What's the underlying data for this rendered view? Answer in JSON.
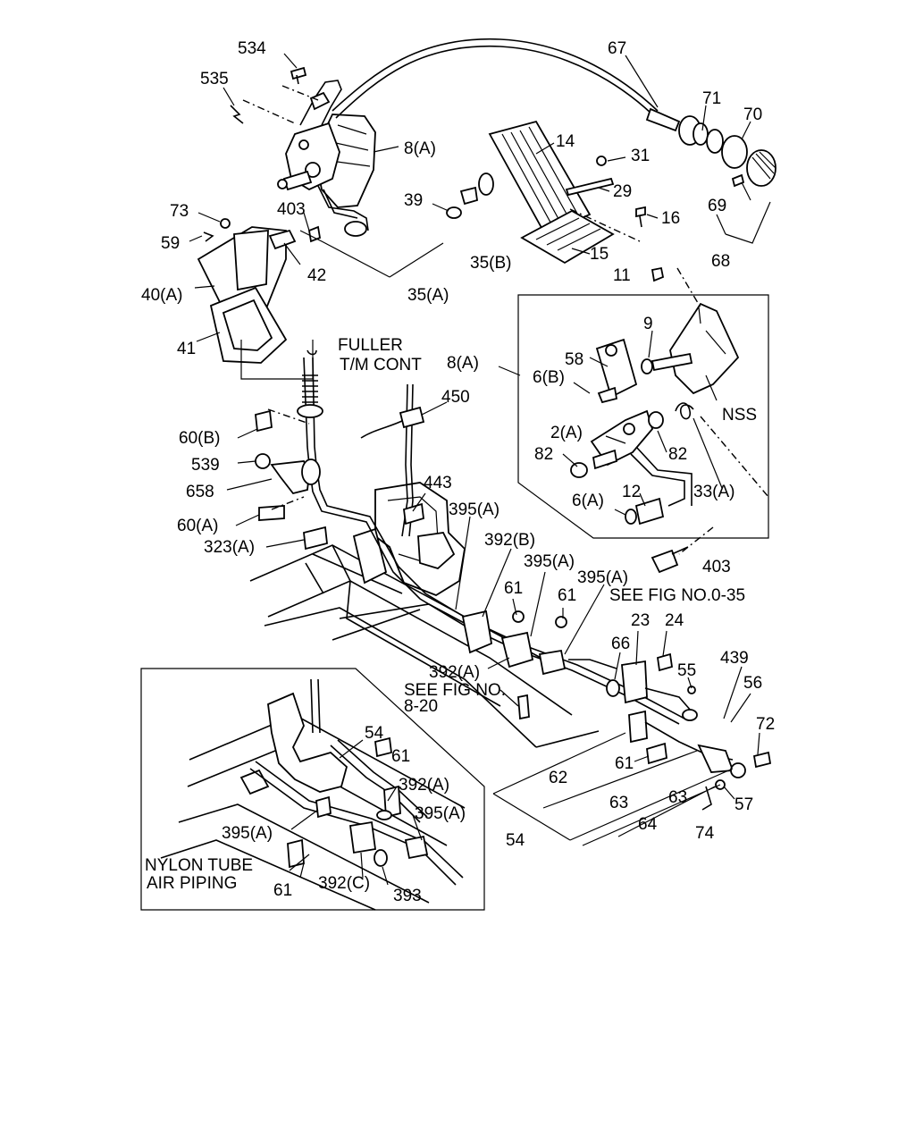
{
  "callouts": {
    "c534": "534",
    "c535": "535",
    "c67": "67",
    "c71": "71",
    "c70": "70",
    "c8a": "8(A)",
    "c14": "14",
    "c31": "31",
    "c29": "29",
    "c16": "16",
    "c69": "69",
    "c68": "68",
    "c39": "39",
    "c403a": "403",
    "c73": "73",
    "c59": "59",
    "c42": "42",
    "c35b": "35(B)",
    "c15": "15",
    "c35a": "35(A)",
    "c40a": "40(A)",
    "c11": "11",
    "c41": "41",
    "c9": "9",
    "c58": "58",
    "c8a2": "8(A)",
    "c6b": "6(B)",
    "c450": "450",
    "cnss": "NSS",
    "c60b": "60(B)",
    "c2a": "2(A)",
    "c539": "539",
    "c82a": "82",
    "c82b": "82",
    "c658": "658",
    "c443": "443",
    "c33a": "33(A)",
    "c12": "12",
    "c6a": "6(A)",
    "c395a1": "395(A)",
    "c60a": "60(A)",
    "c323a": "323(A)",
    "c392b": "392(B)",
    "c403b": "403",
    "c395a2": "395(A)",
    "c395a3": "395(A)",
    "c61a": "61",
    "c61b": "61",
    "c23": "23",
    "c24": "24",
    "c66": "66",
    "c392a1": "392(A)",
    "c55": "55",
    "c439": "439",
    "c56": "56",
    "c72": "72",
    "c54a": "54",
    "c61c": "61",
    "c392a2": "392(A)",
    "c395a4": "395(A)",
    "c395a5": "395(A)",
    "c61d": "61",
    "c62": "62",
    "c63a": "63",
    "c63b": "63",
    "c57": "57",
    "c64": "64",
    "c74": "74",
    "c54b": "54",
    "c61e": "61",
    "c392c": "392(C)",
    "c393": "393"
  },
  "notes": {
    "fuller_1": "FULLER",
    "fuller_2": "T/M CONT",
    "see_fig_035": "SEE FIG NO.0-35",
    "see_fig_820_1": "SEE FIG NO.",
    "see_fig_820_2": "8-20",
    "nylon_1": "NYLON TUBE",
    "nylon_2": "AIR PIPING"
  }
}
